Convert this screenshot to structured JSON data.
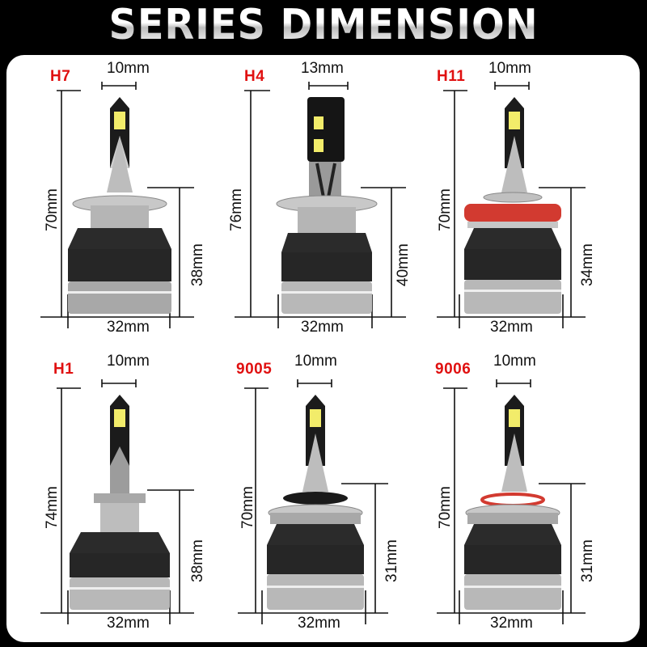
{
  "title": "SERIES DIMENSION",
  "colors": {
    "background": "#000000",
    "panel": "#ffffff",
    "type_label": "#e01010",
    "dimension_lines": "#111111",
    "h11_ring": "#d23a30",
    "led_chip": "#f2ec6a"
  },
  "bulbs": [
    {
      "type": "H7",
      "chip_width": "10mm",
      "total_length": "70mm",
      "base_height": "38mm",
      "diameter": "32mm"
    },
    {
      "type": "H4",
      "chip_width": "13mm",
      "total_length": "76mm",
      "base_height": "40mm",
      "diameter": "32mm"
    },
    {
      "type": "H11",
      "chip_width": "10mm",
      "total_length": "70mm",
      "base_height": "34mm",
      "diameter": "32mm"
    },
    {
      "type": "H1",
      "chip_width": "10mm",
      "total_length": "74mm",
      "base_height": "38mm",
      "diameter": "32mm"
    },
    {
      "type": "9005",
      "chip_width": "10mm",
      "total_length": "70mm",
      "base_height": "31mm",
      "diameter": "32mm"
    },
    {
      "type": "9006",
      "chip_width": "10mm",
      "total_length": "70mm",
      "base_height": "31mm",
      "diameter": "32mm"
    }
  ]
}
